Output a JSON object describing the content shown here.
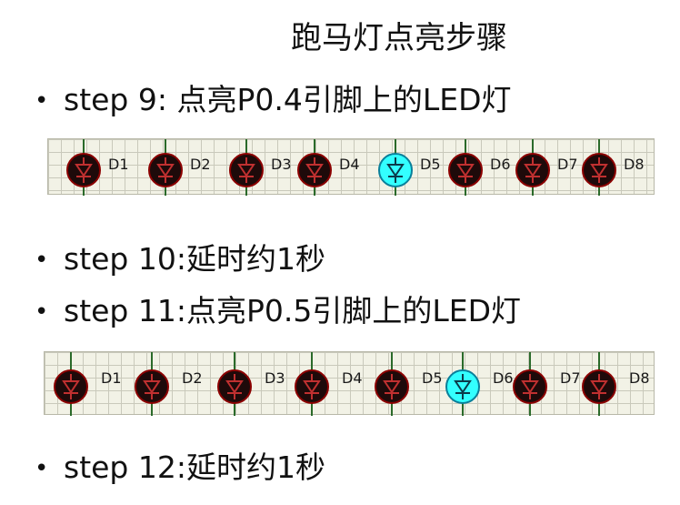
{
  "slide": {
    "title": "跑马灯点亮步骤",
    "bullets": [
      "step 9: 点亮P0.4引脚上的LED灯",
      "step 10:延时约1秒",
      "step 11:点亮P0.5引脚上的LED灯",
      "step 12:延时约1秒"
    ],
    "bullet_glyph": "•"
  },
  "strips": [
    {
      "labels": [
        "D1",
        "D2",
        "D3",
        "D4",
        "D5",
        "D6",
        "D7",
        "D8"
      ],
      "lit_index": 4
    },
    {
      "labels": [
        "D1",
        "D2",
        "D3",
        "D4",
        "D5",
        "D6",
        "D7",
        "D8"
      ],
      "lit_index": 5
    }
  ],
  "colors": {
    "led_off": "#1e0a0a",
    "led_off_ring": "#8b0000",
    "led_on": "#33ffff",
    "led_on_ring": "#0a7f9a",
    "wire": "#2a6a2a"
  }
}
